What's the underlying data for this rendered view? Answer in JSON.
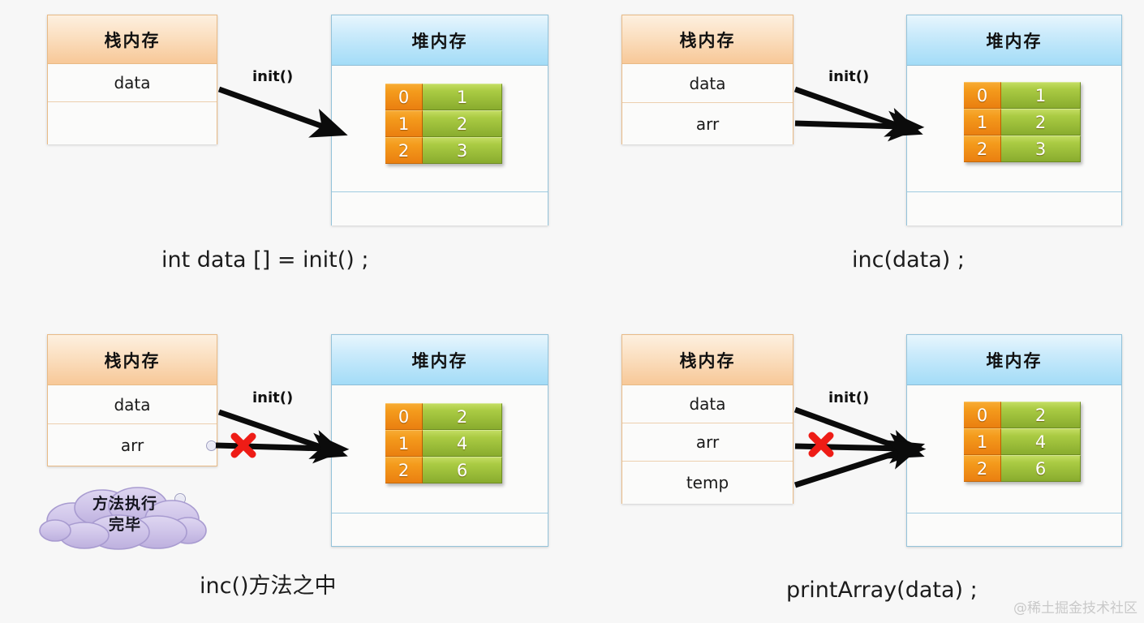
{
  "labels": {
    "stack_title": "栈内存",
    "heap_title": "堆内存",
    "edge_init": "init()",
    "cloud_line1": "方法执行",
    "cloud_line2": "完毕"
  },
  "watermark": "@稀土掘金技术社区",
  "panels": [
    {
      "id": "top-left",
      "caption": "int data [] = init() ;",
      "stack": {
        "title": "栈内存",
        "rows": [
          "data",
          ""
        ]
      },
      "heap": {
        "title": "堆内存",
        "array": {
          "indices": [
            "0",
            "1",
            "2"
          ],
          "values": [
            "1",
            "2",
            "3"
          ]
        }
      },
      "edges": [
        {
          "label": "init()",
          "from_row": "data",
          "crossed": false
        }
      ]
    },
    {
      "id": "top-right",
      "caption": "inc(data) ;",
      "stack": {
        "title": "栈内存",
        "rows": [
          "data",
          "arr"
        ]
      },
      "heap": {
        "title": "堆内存",
        "array": {
          "indices": [
            "0",
            "1",
            "2"
          ],
          "values": [
            "1",
            "2",
            "3"
          ]
        }
      },
      "edges": [
        {
          "label": "init()",
          "from_row": "data",
          "crossed": false
        },
        {
          "label": "",
          "from_row": "arr",
          "crossed": false
        }
      ]
    },
    {
      "id": "bottom-left",
      "caption": "inc()方法之中",
      "stack": {
        "title": "栈内存",
        "rows": [
          "data",
          "arr"
        ]
      },
      "heap": {
        "title": "堆内存",
        "array": {
          "indices": [
            "0",
            "1",
            "2"
          ],
          "values": [
            "2",
            "4",
            "6"
          ]
        }
      },
      "edges": [
        {
          "label": "init()",
          "from_row": "data",
          "crossed": false
        },
        {
          "label": "",
          "from_row": "arr",
          "crossed": true
        }
      ],
      "cloud": {
        "line1": "方法执行",
        "line2": "完毕"
      }
    },
    {
      "id": "bottom-right",
      "caption": "printArray(data) ;",
      "stack": {
        "title": "栈内存",
        "rows": [
          "data",
          "arr",
          "temp"
        ]
      },
      "heap": {
        "title": "堆内存",
        "array": {
          "indices": [
            "0",
            "1",
            "2"
          ],
          "values": [
            "2",
            "4",
            "6"
          ]
        }
      },
      "edges": [
        {
          "label": "init()",
          "from_row": "data",
          "crossed": false
        },
        {
          "label": "",
          "from_row": "arr",
          "crossed": true
        },
        {
          "label": "",
          "from_row": "temp",
          "crossed": false
        }
      ]
    }
  ],
  "colors": {
    "stack_accent": "#f7c898",
    "heap_accent": "#a3dcf7",
    "index_cell": "#f0991e",
    "value_cell": "#a5c83f",
    "cross_mark": "#ef1b1b",
    "cloud": "#c9bfe4"
  }
}
